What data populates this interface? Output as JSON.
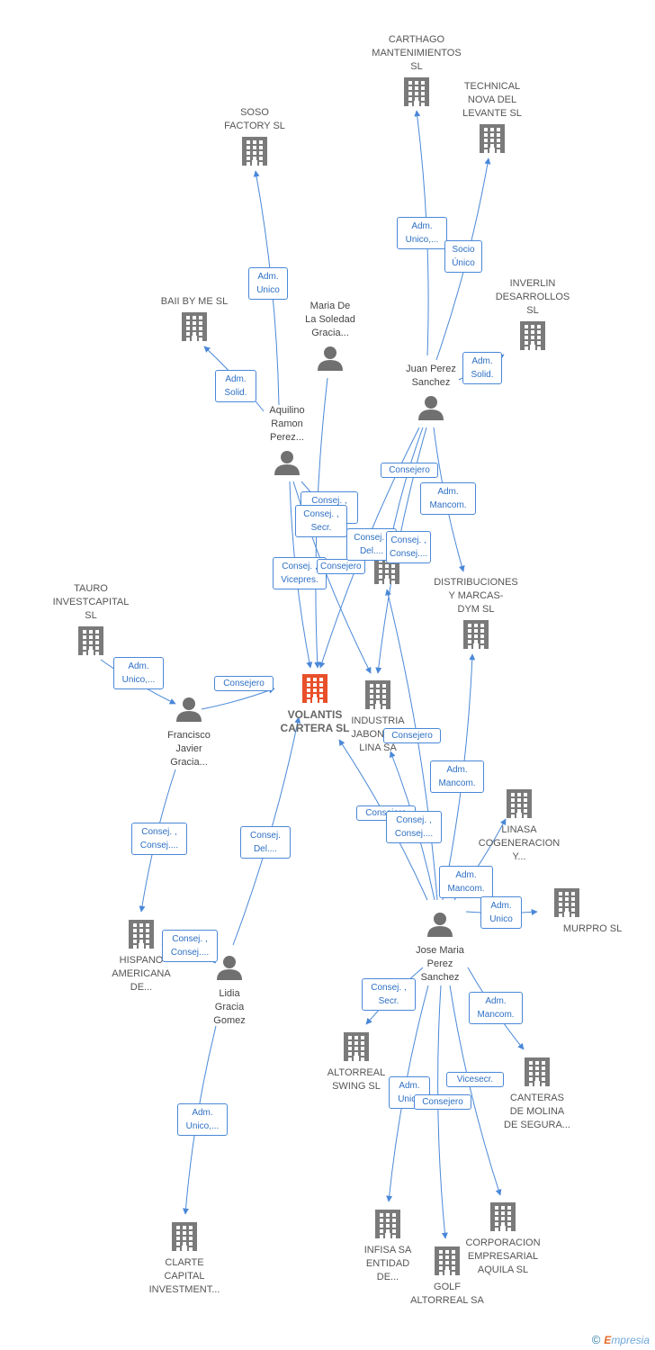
{
  "colors": {
    "edge": "#4a88d8",
    "company": "#7a7a7a",
    "main_company": "#e8502a",
    "person": "#707070"
  },
  "nodes": [
    {
      "id": "volantis",
      "kind": "company",
      "main": true,
      "lines": [
        "VOLANTIS",
        "CARTERA  SL"
      ]
    },
    {
      "id": "industria",
      "kind": "company",
      "lines": [
        "INDUSTRIA",
        "JABONERA",
        "LINA SA"
      ]
    },
    {
      "id": "carthago",
      "kind": "company",
      "lines": [
        "CARTHAGO",
        "MANTENIMIENTOS",
        "SL"
      ]
    },
    {
      "id": "technical",
      "kind": "company",
      "lines": [
        "TECHNICAL",
        "NOVA DEL",
        "LEVANTE  SL"
      ]
    },
    {
      "id": "soso",
      "kind": "company",
      "lines": [
        "SOSO",
        "FACTORY  SL"
      ]
    },
    {
      "id": "baii",
      "kind": "company",
      "lines": [
        "BAII BY ME  SL"
      ]
    },
    {
      "id": "inverlin",
      "kind": "company",
      "lines": [
        "INVERLIN",
        "DESARROLLOS",
        "SL"
      ]
    },
    {
      "id": "distrib",
      "kind": "company",
      "lines": [
        "DISTRIBUCIONES",
        "Y MARCAS-",
        "DYM  SL"
      ]
    },
    {
      "id": "tauro",
      "kind": "company",
      "lines": [
        "TAURO",
        "INVESTCAPITAL",
        "SL"
      ]
    },
    {
      "id": "linasa",
      "kind": "company",
      "lines": [
        "LINASA",
        "COGENERACION",
        "Y..."
      ]
    },
    {
      "id": "murpro",
      "kind": "company",
      "lines": [
        "MURPRO SL"
      ]
    },
    {
      "id": "hispano",
      "kind": "company",
      "lines": [
        "HISPANO",
        "AMERICANA",
        "DE..."
      ]
    },
    {
      "id": "altorreal",
      "kind": "company",
      "lines": [
        "ALTORREAL",
        "SWING  SL"
      ]
    },
    {
      "id": "canteras",
      "kind": "company",
      "lines": [
        "CANTERAS",
        "DE MOLINA",
        "DE SEGURA..."
      ]
    },
    {
      "id": "clarte",
      "kind": "company",
      "lines": [
        "CLARTE",
        "CAPITAL",
        "INVESTMENT..."
      ]
    },
    {
      "id": "infisa",
      "kind": "company",
      "lines": [
        "INFISA SA",
        "ENTIDAD",
        "DE..."
      ]
    },
    {
      "id": "golf",
      "kind": "company",
      "lines": [
        "GOLF",
        "ALTORREAL SA"
      ]
    },
    {
      "id": "corporacion",
      "kind": "company",
      "lines": [
        "CORPORACION",
        "EMPRESARIAL",
        "AQUILA SL"
      ]
    },
    {
      "id": "unnamed",
      "kind": "company",
      "lines": []
    },
    {
      "id": "maria",
      "kind": "person",
      "lines": [
        "Maria De",
        "La Soledad",
        "Gracia..."
      ]
    },
    {
      "id": "juan",
      "kind": "person",
      "lines": [
        "Juan Perez",
        "Sanchez"
      ]
    },
    {
      "id": "aquilino",
      "kind": "person",
      "lines": [
        "Aquilino",
        "Ramon",
        "Perez..."
      ]
    },
    {
      "id": "francisco",
      "kind": "person",
      "lines": [
        "Francisco",
        "Javier",
        "Gracia..."
      ]
    },
    {
      "id": "lidia",
      "kind": "person",
      "lines": [
        "Lidia",
        "Gracia",
        "Gomez"
      ]
    },
    {
      "id": "josemaria",
      "kind": "person",
      "lines": [
        "Jose Maria",
        "Perez",
        "Sanchez"
      ]
    }
  ],
  "edges": [
    {
      "from": "juan",
      "to": "carthago",
      "label": [
        "Adm.",
        "Unico,..."
      ]
    },
    {
      "from": "juan",
      "to": "technical",
      "label": [
        "Socio",
        "Único"
      ]
    },
    {
      "from": "juan",
      "to": "inverlin",
      "label": [
        "Adm.",
        "Solid."
      ]
    },
    {
      "from": "aquilino",
      "to": "soso",
      "label": [
        "Adm.",
        "Unico"
      ]
    },
    {
      "from": "aquilino",
      "to": "baii",
      "label": [
        "Adm.",
        "Solid."
      ]
    },
    {
      "from": "aquilino",
      "to": "volantis",
      "label": [
        "Consej. ,",
        "Vicepres."
      ]
    },
    {
      "from": "aquilino",
      "to": "industria",
      "label": [
        "Consej. ,",
        "Secr."
      ]
    },
    {
      "from": "aquilino",
      "to": "unnamed",
      "label": [
        "Consej. ,",
        "Secr."
      ]
    },
    {
      "from": "maria",
      "to": "volantis",
      "label": [
        "Consejero"
      ]
    },
    {
      "from": "juan",
      "to": "volantis",
      "label": [
        "Consejero"
      ]
    },
    {
      "from": "juan",
      "to": "industria",
      "label": [
        "Consej. ,",
        "Del...."
      ]
    },
    {
      "from": "juan",
      "to": "unnamed",
      "label": [
        "Consej. ,",
        "Consej...."
      ]
    },
    {
      "from": "juan",
      "to": "distrib",
      "label": [
        "Adm.",
        "Mancom."
      ]
    },
    {
      "from": "tauro",
      "to": "francisco",
      "label": [
        "Adm.",
        "Unico,..."
      ]
    },
    {
      "from": "francisco",
      "to": "volantis",
      "label": [
        "Consejero"
      ]
    },
    {
      "from": "francisco",
      "to": "hispano",
      "label": [
        "Consej. ,",
        "Consej...."
      ]
    },
    {
      "from": "lidia",
      "to": "volantis",
      "label": [
        "Consej.",
        "Del...."
      ]
    },
    {
      "from": "lidia",
      "to": "hispano",
      "label": [
        "Consej. ,",
        "Consej...."
      ]
    },
    {
      "from": "lidia",
      "to": "clarte",
      "label": [
        "Adm.",
        "Unico,..."
      ]
    },
    {
      "from": "josemaria",
      "to": "volantis",
      "label": [
        "Consejero"
      ]
    },
    {
      "from": "josemaria",
      "to": "industria",
      "label": [
        "Consej. ,",
        "Consej...."
      ]
    },
    {
      "from": "josemaria",
      "to": "unnamed",
      "label": [
        "Consejero"
      ]
    },
    {
      "from": "josemaria",
      "to": "distrib",
      "label": [
        "Adm.",
        "Mancom."
      ]
    },
    {
      "from": "josemaria",
      "to": "linasa",
      "label": [
        "Adm.",
        "Mancom."
      ]
    },
    {
      "from": "josemaria",
      "to": "murpro",
      "label": [
        "Adm.",
        "Unico"
      ]
    },
    {
      "from": "josemaria",
      "to": "altorreal",
      "label": [
        "Consej. ,",
        "Secr."
      ]
    },
    {
      "from": "josemaria",
      "to": "canteras",
      "label": [
        "Adm.",
        "Mancom."
      ]
    },
    {
      "from": "josemaria",
      "to": "infisa",
      "label": [
        "Adm.",
        "Unico"
      ]
    },
    {
      "from": "josemaria",
      "to": "golf",
      "label": [
        "Consejero"
      ]
    },
    {
      "from": "josemaria",
      "to": "corporacion",
      "label": [
        "Vicesecr."
      ]
    }
  ],
  "footer": {
    "copyright": "©",
    "brand_initial": "E",
    "brand_rest": "mpresia"
  }
}
